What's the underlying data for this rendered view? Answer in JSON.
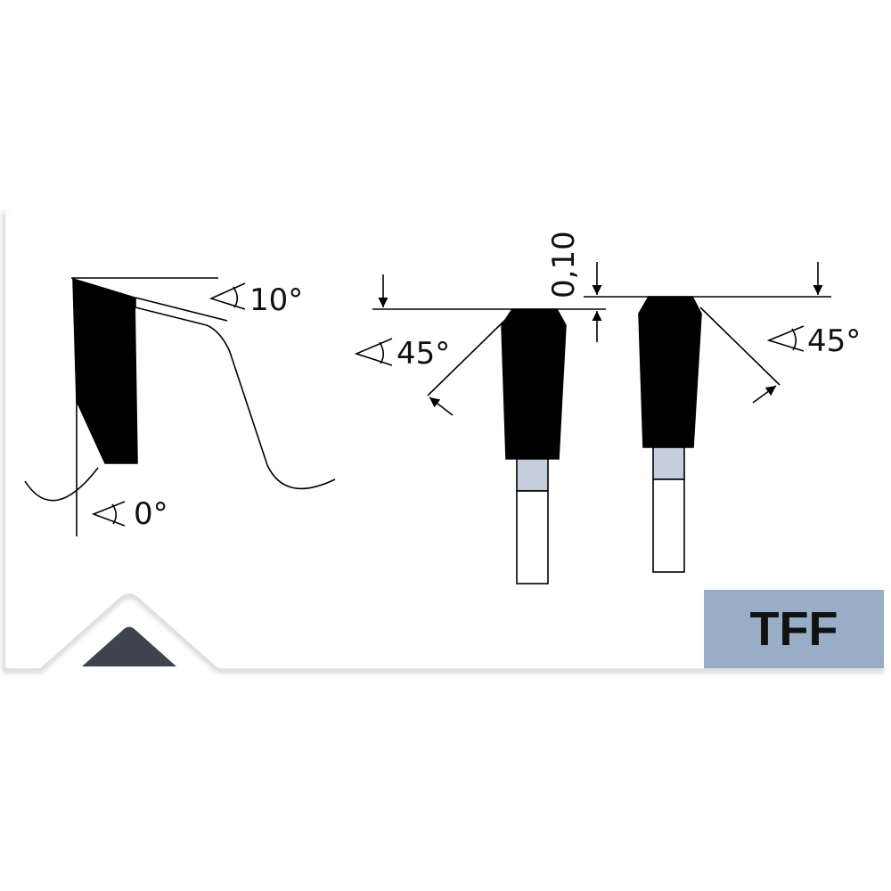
{
  "diagram": {
    "labels": {
      "rake_angle": "10°",
      "hook_angle": "0°",
      "bevel_left": "45°",
      "bevel_right": "45°",
      "height_difference": "0,10"
    },
    "badge": {
      "text": "TFF",
      "color": "#97aec6"
    },
    "colors": {
      "tooth": "#000000",
      "carbide_band": "#c5cfdc",
      "logo": "#3d4450"
    }
  }
}
